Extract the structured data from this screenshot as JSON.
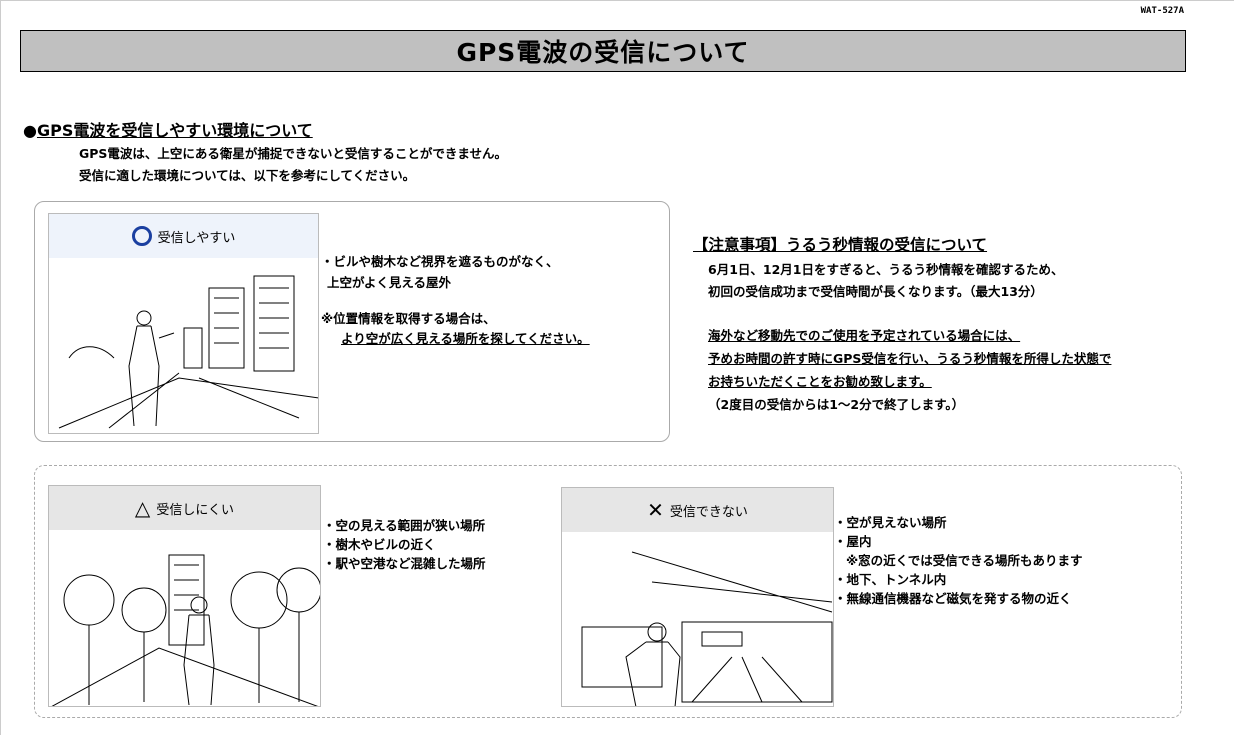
{
  "doc_code": "WAT-527A",
  "title": "GPS電波の受信について",
  "section": {
    "bullet": "●",
    "heading": "GPS電波を受信しやすい環境について",
    "intro": [
      "GPS電波は、上空にある衛星が捕捉できないと受信することができません。",
      "受信に適した環境については、以下を参考にしてください。"
    ]
  },
  "panels": {
    "easy": {
      "icon": "circle-icon",
      "symbol": "〇",
      "label": "受信しやすい",
      "text": [
        "・ビルや樹木など視界を遮るものがなく、",
        "上空がよく見える屋外"
      ],
      "note": [
        "※位置情報を取得する場合は、",
        "より空が広く見える場所を探してください。"
      ]
    },
    "hard": {
      "icon": "triangle-icon",
      "symbol": "△",
      "label": "受信しにくい",
      "text": [
        "・空の見える範囲が狭い場所",
        "・樹木やビルの近く",
        "・駅や空港など混雑した場所"
      ]
    },
    "none": {
      "icon": "cross-icon",
      "symbol": "✕",
      "label": "受信できない",
      "text": [
        "・空が見えない場所",
        "・屋内",
        "※窓の近くでは受信できる場所もあります",
        "・地下、トンネル内",
        "・無線通信機器など磁気を発する物の近く"
      ]
    }
  },
  "notice": {
    "heading": "【注意事項】うるう秒情報の受信について",
    "lines": [
      "6月1日、12月1日をすぎると、うるう秒情報を確認するため、",
      "初回の受信成功まで受信時間が長くなります。（最大13分）"
    ],
    "underlined": [
      "海外など移動先でのご使用を予定されている場合には、",
      "予めお時間の許す時にGPS受信を行い、うるう秒情報を所得した状態で",
      "お持ちいただくことをお勧め致します。"
    ],
    "footer": "（2度目の受信からは1～2分で終了します。）"
  }
}
